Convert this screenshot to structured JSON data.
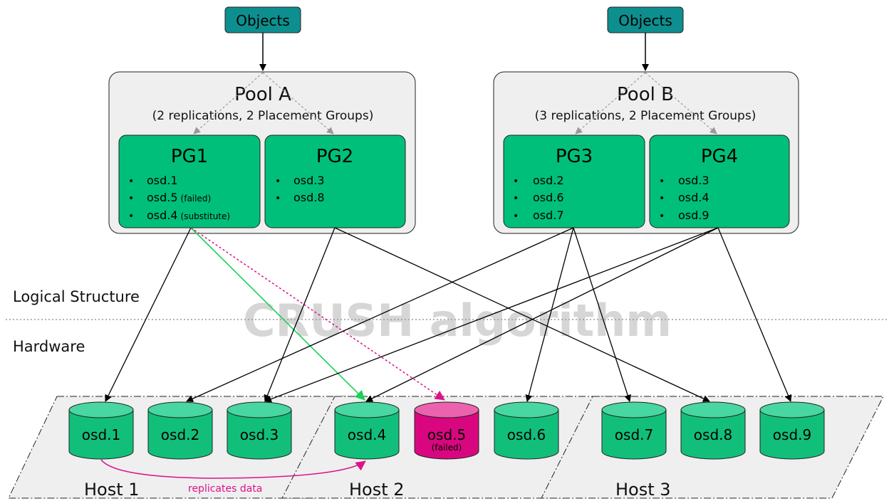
{
  "watermark": "CRUSH algorithm",
  "objects": {
    "label_a": "Objects",
    "label_b": "Objects"
  },
  "layers": {
    "logical": "Logical Structure",
    "hardware": "Hardware"
  },
  "pools": [
    {
      "title": "Pool A",
      "subtitle": "(2 replications, 2 Placement Groups)"
    },
    {
      "title": "Pool B",
      "subtitle": "(3 replications, 2 Placement Groups)"
    }
  ],
  "pgs": [
    {
      "title": "PG1",
      "items": [
        {
          "osd": "osd.1",
          "note": ""
        },
        {
          "osd": "osd.5",
          "note": "(failed)"
        },
        {
          "osd": "osd.4",
          "note": "(substitute)"
        }
      ]
    },
    {
      "title": "PG2",
      "items": [
        {
          "osd": "osd.3",
          "note": ""
        },
        {
          "osd": "osd.8",
          "note": ""
        }
      ]
    },
    {
      "title": "PG3",
      "items": [
        {
          "osd": "osd.2",
          "note": ""
        },
        {
          "osd": "osd.6",
          "note": ""
        },
        {
          "osd": "osd.7",
          "note": ""
        }
      ]
    },
    {
      "title": "PG4",
      "items": [
        {
          "osd": "osd.3",
          "note": ""
        },
        {
          "osd": "osd.4",
          "note": ""
        },
        {
          "osd": "osd.9",
          "note": ""
        }
      ]
    }
  ],
  "bullet": "•",
  "hosts": [
    "Host 1",
    "Host 2",
    "Host 3"
  ],
  "osds": [
    {
      "label": "osd.1",
      "failed": false
    },
    {
      "label": "osd.2",
      "failed": false
    },
    {
      "label": "osd.3",
      "failed": false
    },
    {
      "label": "osd.4",
      "failed": false
    },
    {
      "label": "osd.5",
      "failed": true,
      "note": "(failed)"
    },
    {
      "label": "osd.6",
      "failed": false
    },
    {
      "label": "osd.7",
      "failed": false
    },
    {
      "label": "osd.8",
      "failed": false
    },
    {
      "label": "osd.9",
      "failed": false
    }
  ],
  "replicates_label": "replicates data",
  "colors": {
    "objects_fill": "#0e8f8f",
    "pg_fill": "#00bf7a",
    "pool_fill": "#efefef",
    "disk_fill": "#12bf7a",
    "disk_top": "#48d6a2",
    "failed_fill": "#d9077f",
    "failed_top": "#eb63ad",
    "green_arrow": "#19d15a",
    "magenta": "#dd1188",
    "gray_arrow": "#999999",
    "watermark": "#d6d6d6"
  }
}
